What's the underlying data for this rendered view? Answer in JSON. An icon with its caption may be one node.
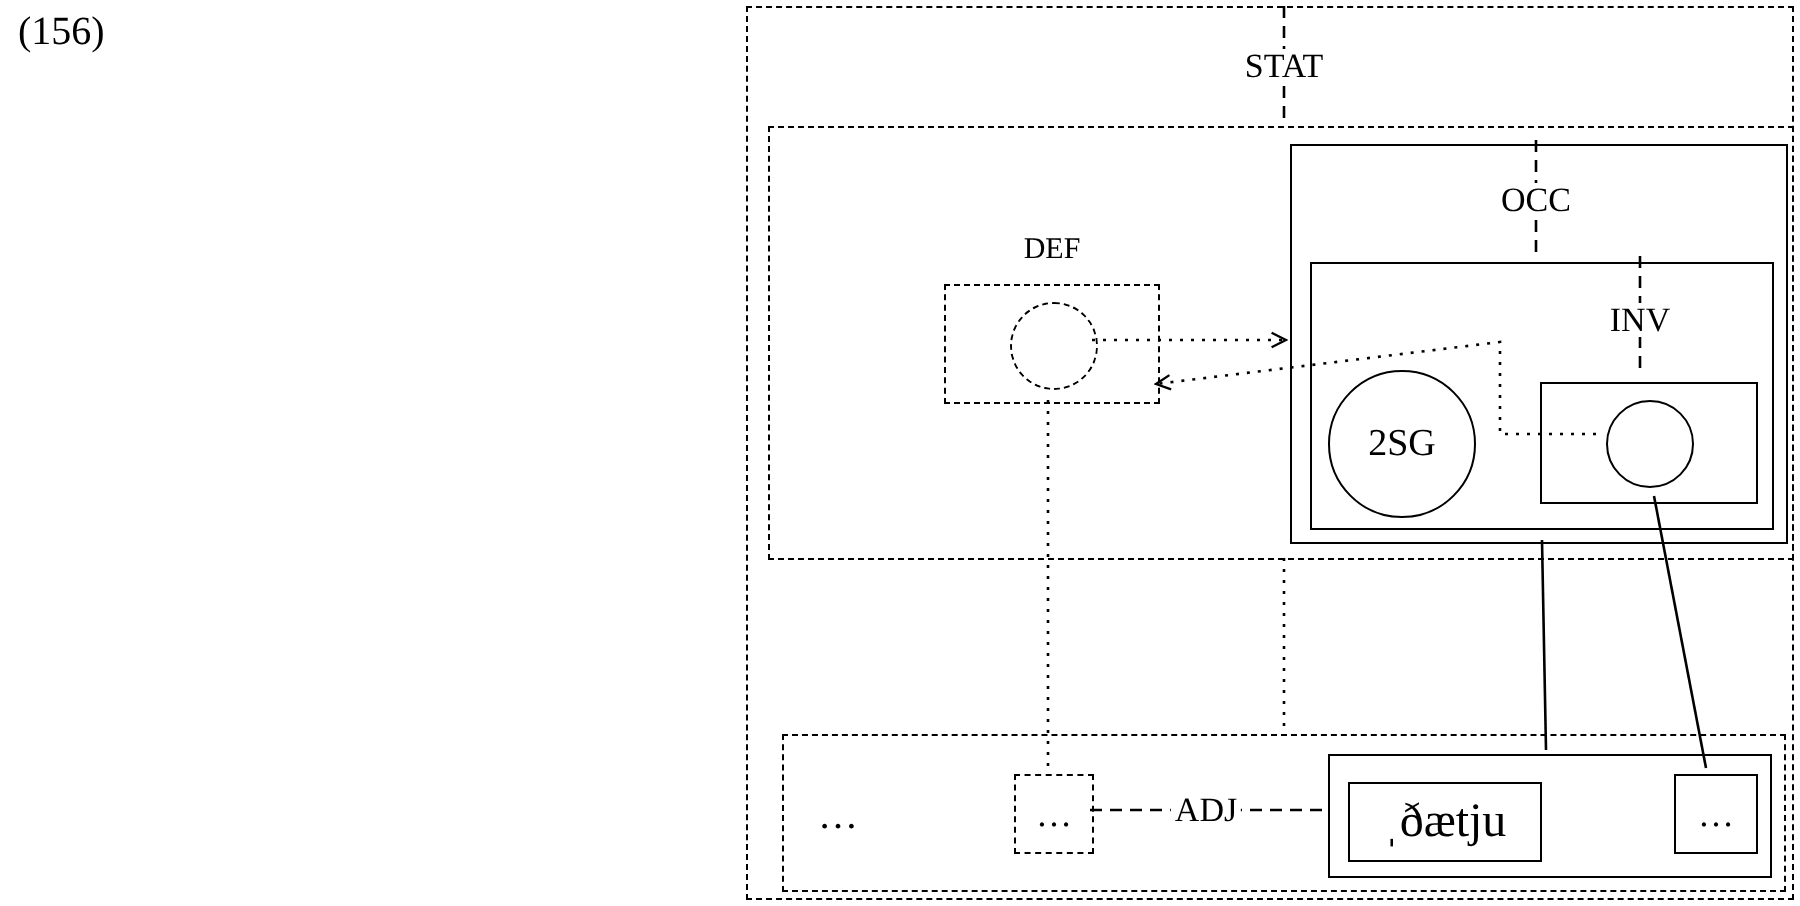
{
  "diagram": {
    "nodes": [
      {
        "text": [],
        "shape": "box"
      },
      {
        "text": [],
        "shape": "box",
        "in": 0
      },
      {
        "text": [
          "DEF"
        ],
        "in": 1
      },
      {
        "text": [],
        "shape": "circle",
        "in": 2
      },
      {
        "text": [],
        "shape": "box",
        "in": 1
      },
      {
        "text": [],
        "shape": "box",
        "in": 4
      },
      {
        "text": [
          "2SG"
        ],
        "in": 5
      },
      {
        "text": [],
        "shape": "box",
        "in": 5
      },
      {
        "text": [],
        "shape": "circle",
        "in": 7
      },
      {
        "text": [],
        "shape": "box",
        "in": 0
      },
      {
        "text": [
          "…"
        ],
        "in": 9
      },
      {
        "text": [],
        "shape": "box",
        "in": 9
      },
      {
        "text": [
          "ˌðætju"
        ],
        "in": 11
      },
      {
        "text": [
          "…"
        ],
        "in": 11
      }
    ],
    "edges": [
      {
        "from": 0,
        "to": 1,
        "arrow": "none",
        "label": "STAT",
        "style": "dashed"
      },
      {
        "from": 4,
        "to": 5,
        "arrow": "none",
        "label": "OCC",
        "style": "dashed"
      },
      {
        "from": 5,
        "to": 7,
        "arrow": "none",
        "label": "INV",
        "style": "dashed"
      },
      {
        "from": 3,
        "to": 4,
        "arrow": "to",
        "style": "dashed"
      },
      {
        "from": 8,
        "to": 2,
        "arrow": "to",
        "style": "dashed"
      },
      {
        "from": 2,
        "to": 10,
        "arrow": "none",
        "style": "dashed"
      },
      {
        "from": 1,
        "to": 9,
        "arrow": "none",
        "style": "dashed"
      },
      {
        "from": 10,
        "to": 11,
        "arrow": "none",
        "label": "ADJ",
        "style": "dashed"
      },
      {
        "from": 4,
        "to": 11,
        "arrow": "none"
      },
      {
        "from": 7,
        "to": 13,
        "arrow": "none"
      }
    ],
    "labels": [
      "(156)",
      "…"
    ]
  }
}
